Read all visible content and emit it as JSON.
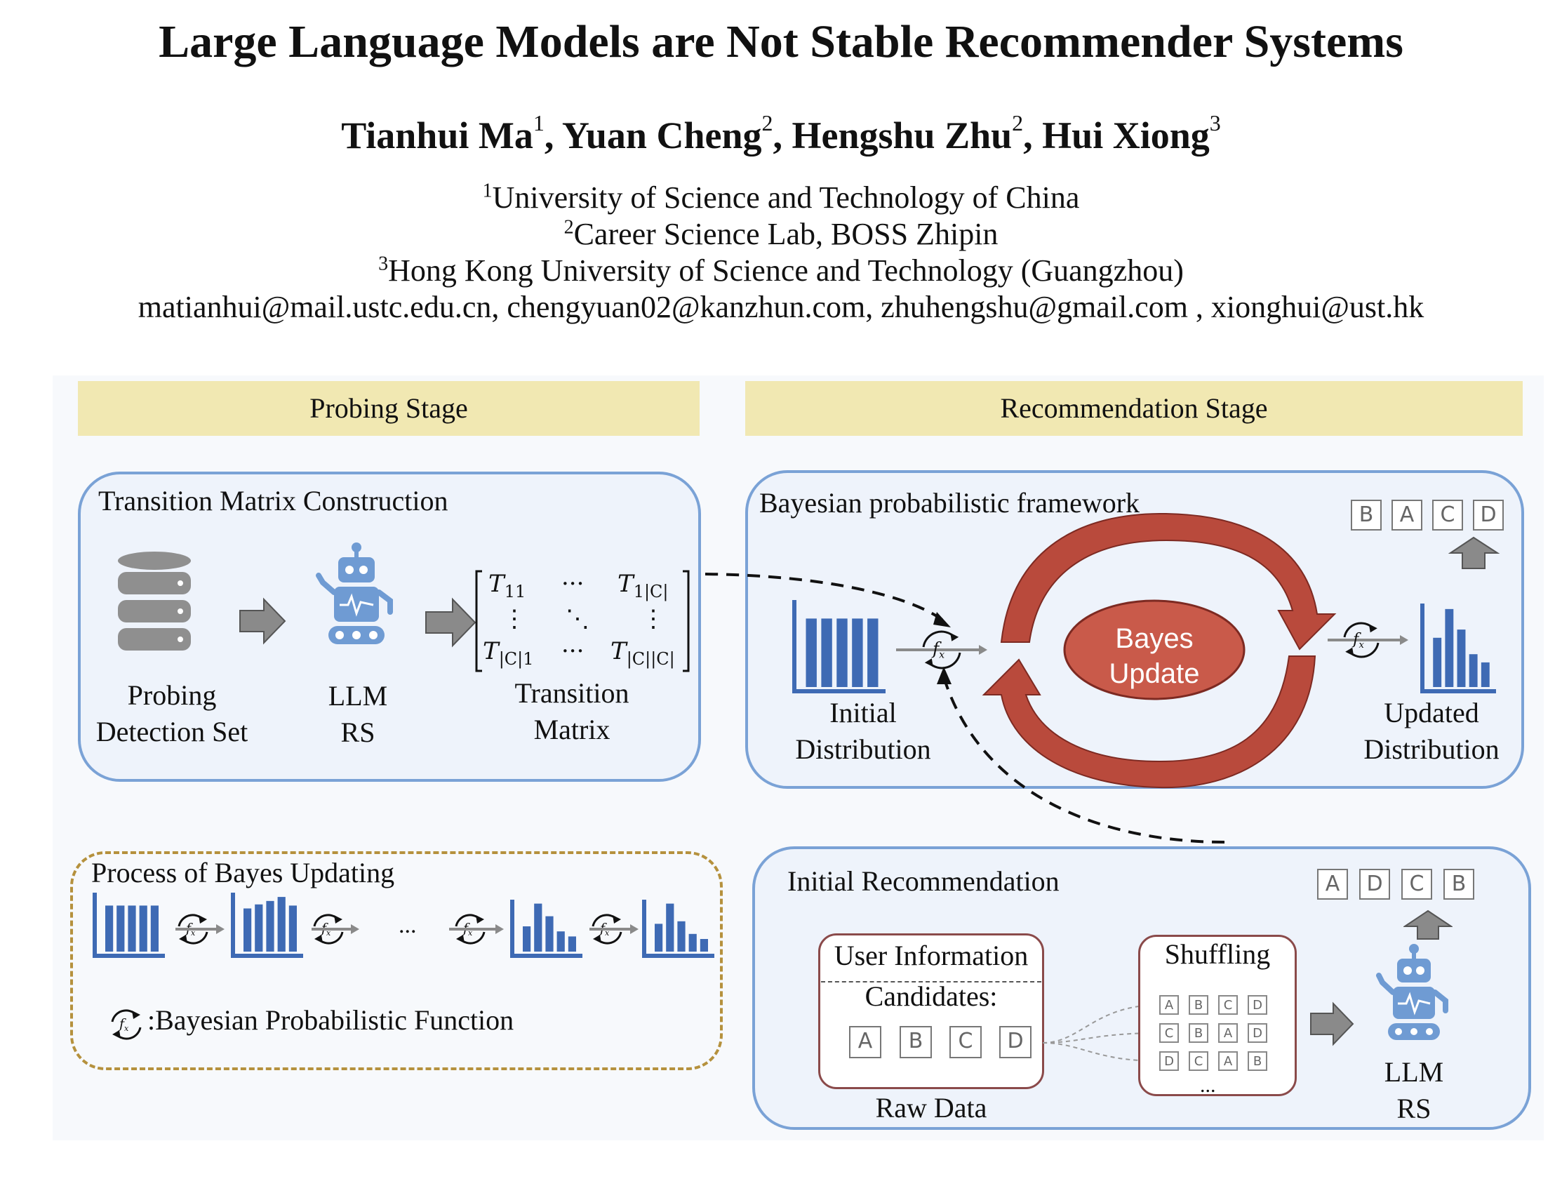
{
  "paper": {
    "title": "Large Language Models are Not Stable Recommender Systems",
    "authors": [
      {
        "name": "Tianhui Ma",
        "sup": "1",
        "sep": ","
      },
      {
        "name": "Yuan Cheng",
        "sup": "2",
        "sep": ","
      },
      {
        "name": "Hengshu Zhu",
        "sup": "2",
        "sep": ","
      },
      {
        "name": "Hui Xiong",
        "sup": "3",
        "sep": ""
      }
    ],
    "affiliations": [
      {
        "sup": "1",
        "text": "University of Science and Technology of China"
      },
      {
        "sup": "2",
        "text": "Career Science Lab, BOSS Zhipin"
      },
      {
        "sup": "3",
        "text": "Hong Kong University of Science and Technology (Guangzhou)"
      }
    ],
    "emails": "matianhui@mail.ustc.edu.cn, chengyuan02@kanzhun.com, zhuhengshu@gmail.com , xionghui@ust.hk"
  },
  "figure": {
    "probing_stage": "Probing Stage",
    "recommendation_stage": "Recommendation Stage",
    "tmc": {
      "title": "Transition Matrix Construction",
      "probing_label_1": "Probing",
      "probing_label_2": "Detection Set",
      "llm_label_1": "LLM",
      "llm_label_2": "RS",
      "matrix_label_1": "Transition",
      "matrix_label_2": "Matrix",
      "matrix": {
        "t11": "T",
        "t11_sub": "11",
        "t1c": "T",
        "t1c_sub": "1|C|",
        "tc1": "T",
        "tc1_sub": "|C|1",
        "tcc": "T",
        "tcc_sub": "|C||C|",
        "hdots": "···",
        "vdots": "⋮",
        "ddots": "⋱"
      }
    },
    "bayes": {
      "title": "Bayesian probabilistic framework",
      "center_1": "Bayes",
      "center_2": "Update",
      "initial_1": "Initial",
      "initial_2": "Distribution",
      "updated_1": "Updated",
      "updated_2": "Distribution",
      "ranking": [
        "B",
        "A",
        "C",
        "D"
      ],
      "initial_bars": [
        0.8,
        0.8,
        0.8,
        0.8,
        0.8
      ],
      "updated_bars": [
        0.6,
        0.95,
        0.7,
        0.4,
        0.3
      ]
    },
    "process": {
      "title": "Process of Bayes Updating",
      "ellipsis": "...",
      "legend": ":Bayesian Probabilistic Function",
      "chart1": [
        0.8,
        0.8,
        0.8,
        0.8,
        0.8
      ],
      "chart2": [
        0.75,
        0.82,
        0.88,
        0.95,
        0.8
      ],
      "chart3": [
        0.5,
        0.95,
        0.7,
        0.4,
        0.3
      ],
      "chart4": [
        0.55,
        0.95,
        0.6,
        0.35,
        0.25
      ]
    },
    "initial_rec": {
      "title": "Initial Recommendation",
      "user_info": "User Information",
      "candidates": "Candidates:",
      "candidate_items": [
        "A",
        "B",
        "C",
        "D"
      ],
      "raw_data": "Raw Data",
      "shuffling": "Shuffling",
      "shuffles": [
        [
          "A",
          "B",
          "C",
          "D"
        ],
        [
          "C",
          "B",
          "A",
          "D"
        ],
        [
          "D",
          "C",
          "A",
          "B"
        ]
      ],
      "shuffle_more": "...",
      "llm_1": "LLM",
      "llm_2": "RS",
      "ranking": [
        "A",
        "D",
        "C",
        "B"
      ]
    },
    "fx_symbol": "f",
    "fx_sub": "x",
    "colors": {
      "bar": "#3e6ab4",
      "band": "#f1e8b2",
      "panel_border": "#7aa2d6",
      "arrow_red": "#b94a3c",
      "dashed_gold": "#b5913d"
    }
  }
}
